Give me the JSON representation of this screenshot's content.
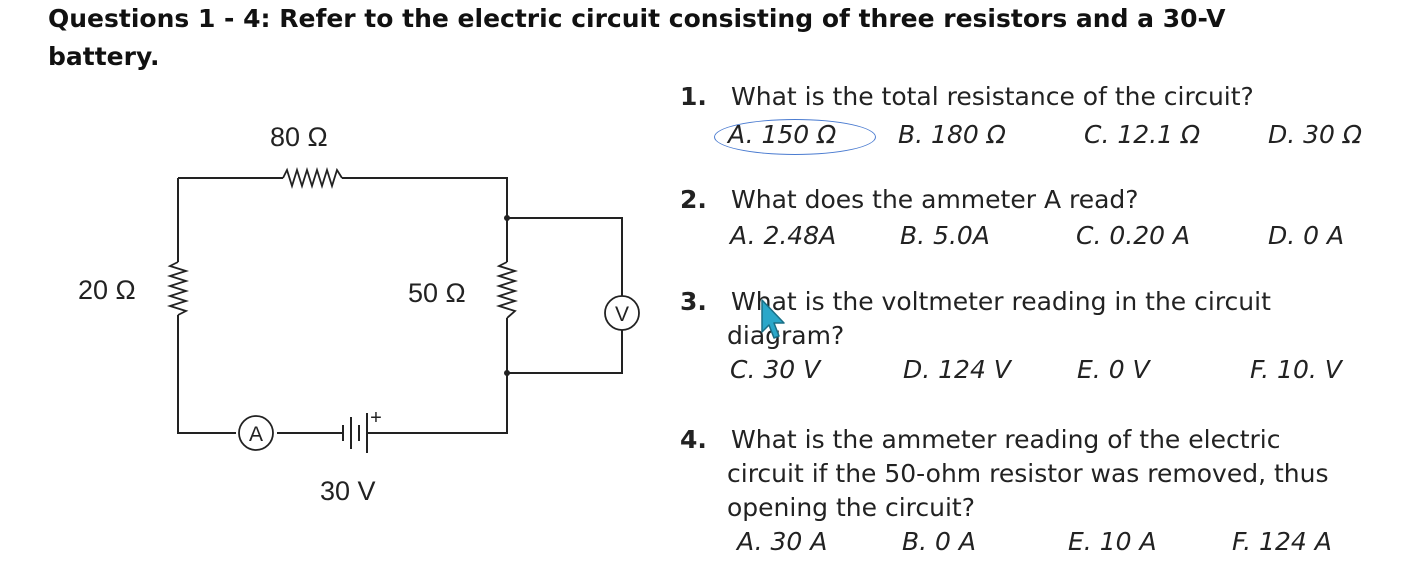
{
  "header": {
    "line1": "Questions 1 - 4:  Refer to the electric circuit consisting of three resistors and a 30-V",
    "line2": "battery."
  },
  "circuit": {
    "r_top_label": "80 Ω",
    "r_left_label": "20 Ω",
    "r_mid_label": "50 Ω",
    "voltmeter_symbol": "V",
    "ammeter_symbol": "A",
    "battery_plus": "+",
    "battery_label": "30 V"
  },
  "questions": [
    {
      "number": "1.",
      "lines": [
        "What is the total resistance of the circuit?"
      ],
      "options": [
        "A. 150 Ω",
        "B.  180 Ω",
        "C. 12.1 Ω",
        "D. 30 Ω"
      ]
    },
    {
      "number": "2.",
      "lines": [
        "What does the ammeter A read?"
      ],
      "options": [
        "A. 2.48A",
        "B. 5.0A",
        "C. 0.20 A",
        "D. 0 A"
      ]
    },
    {
      "number": "3.",
      "lines": [
        "What is the voltmeter reading in the circuit",
        "diagram?"
      ],
      "options": [
        "C. 30 V",
        "D. 124 V",
        "E. 0 V",
        "F. 10. V"
      ]
    },
    {
      "number": "4.",
      "lines": [
        "What is the ammeter reading of the electric",
        "circuit if the 50-ohm resistor was removed, thus",
        "opening the circuit?"
      ],
      "options": [
        "A. 30 A",
        "B. 0 A",
        "E. 10 A",
        "F. 124 A"
      ]
    }
  ],
  "colors": {
    "selection_circle": "#4a7bd0",
    "cursor": "#2aa7c9"
  },
  "icons": {
    "cursor": "mouse-pointer-icon"
  }
}
